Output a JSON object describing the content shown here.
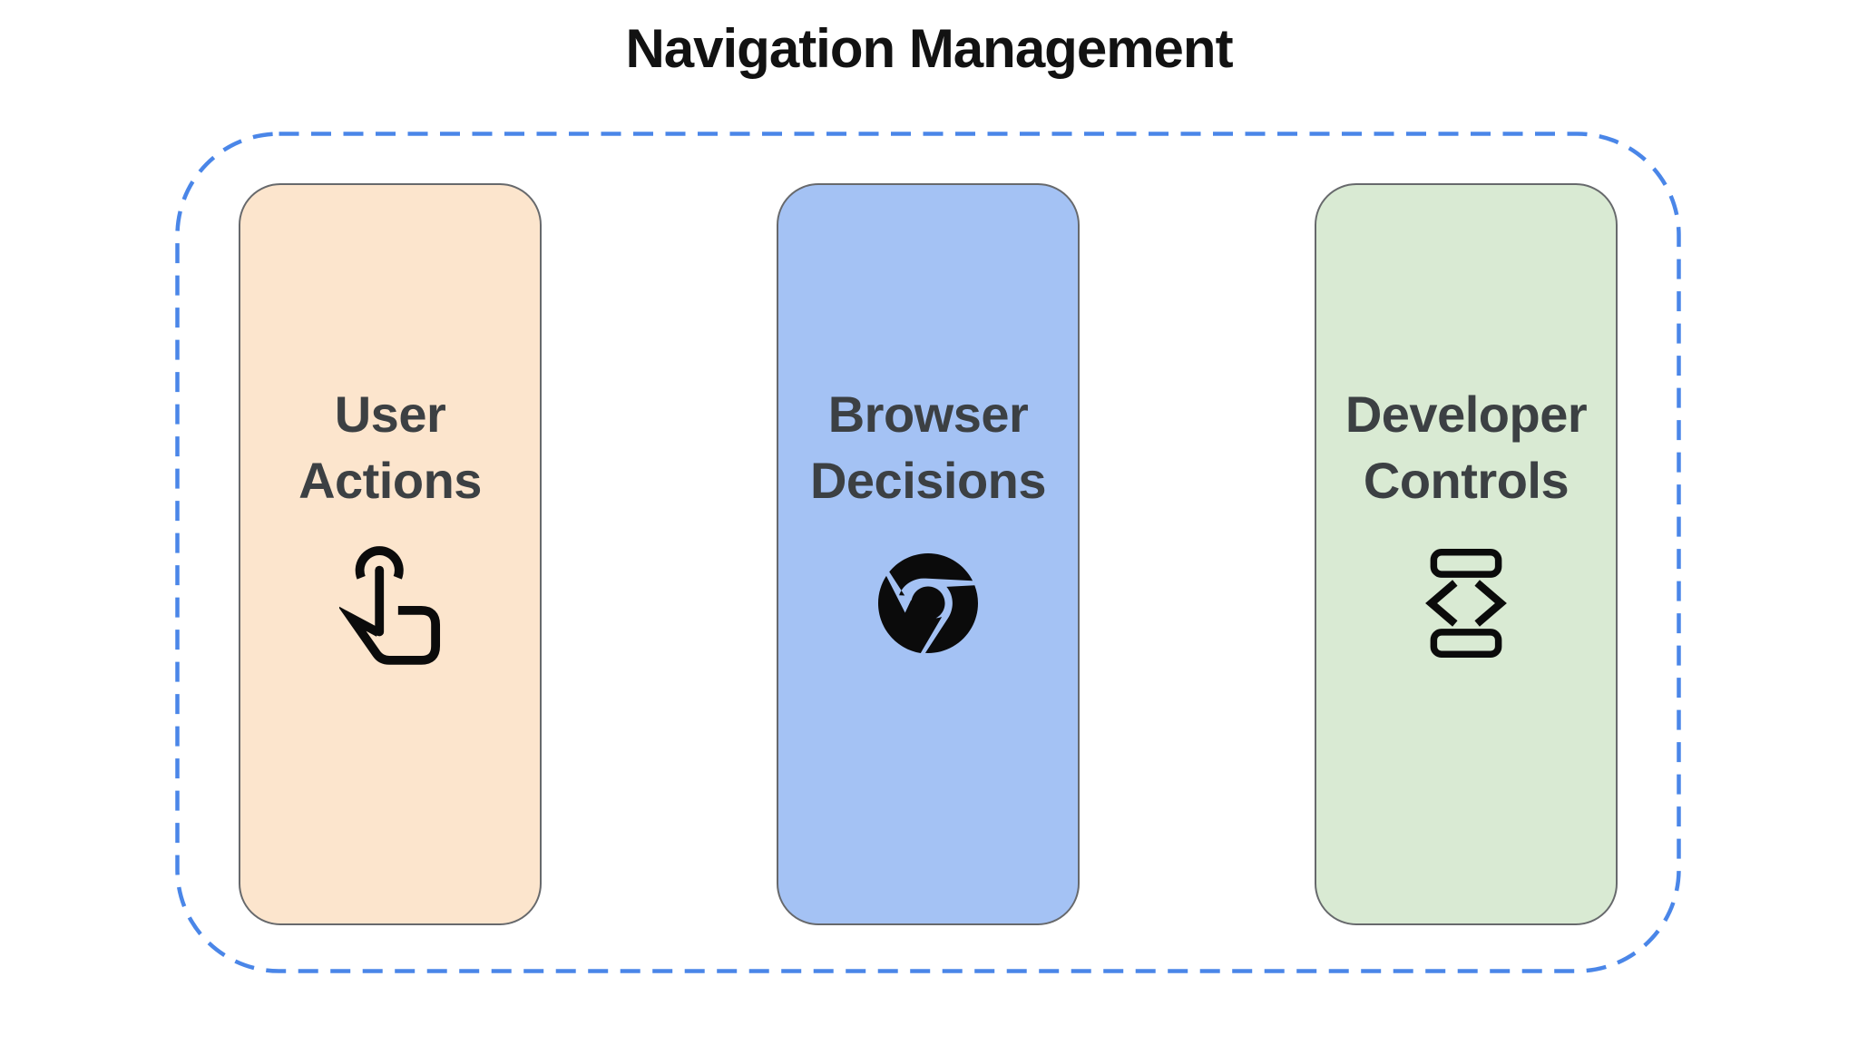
{
  "diagram": {
    "title": "Navigation Management",
    "boundary": {
      "border_color": "#4a86e8",
      "style": "dashed"
    },
    "text_color": "#3c4043",
    "icon_color": "#0b0b0b",
    "cards": [
      {
        "label": "User Actions",
        "bg": "#fce5cd",
        "icon": "touch-gesture-icon"
      },
      {
        "label": "Browser Decisions",
        "bg": "#a4c2f4",
        "icon": "chrome-browser-icon"
      },
      {
        "label": "Developer Controls",
        "bg": "#d9ead3",
        "icon": "developer-mode-icon"
      }
    ]
  }
}
